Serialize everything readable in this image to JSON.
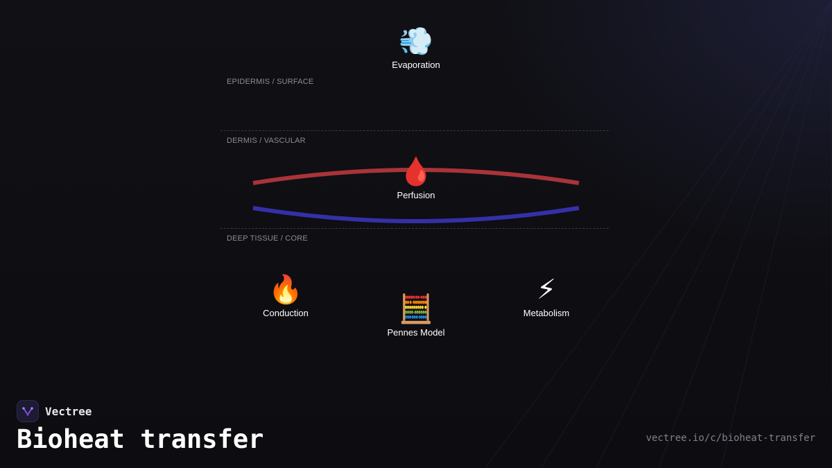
{
  "layers": {
    "surface": "EPIDERMIS / SURFACE",
    "vascular": "DERMIS / VASCULAR",
    "core": "DEEP TISSUE / CORE"
  },
  "nodes": {
    "evaporation": {
      "glyph": "💨",
      "icon": "dash-wind-icon",
      "label": "Evaporation"
    },
    "perfusion": {
      "glyph": "🩸",
      "icon": "blood-drop-icon",
      "label": "Perfusion"
    },
    "conduction": {
      "glyph": "🔥",
      "icon": "fire-icon",
      "label": "Conduction"
    },
    "pennes": {
      "glyph": "🧮",
      "icon": "abacus-icon",
      "label": "Pennes Model"
    },
    "metabolism": {
      "glyph": "⚡",
      "icon": "lightning-icon",
      "label": "Metabolism"
    }
  },
  "vessels": {
    "arterial_color": "#a8343a",
    "venous_color": "#3430a8"
  },
  "footer": {
    "brand_name": "Vectree",
    "title": "Bioheat transfer",
    "url": "vectree.io/c/bioheat-transfer"
  },
  "colors": {
    "background": "#0e0e12",
    "accent": "#8a5cf0"
  }
}
